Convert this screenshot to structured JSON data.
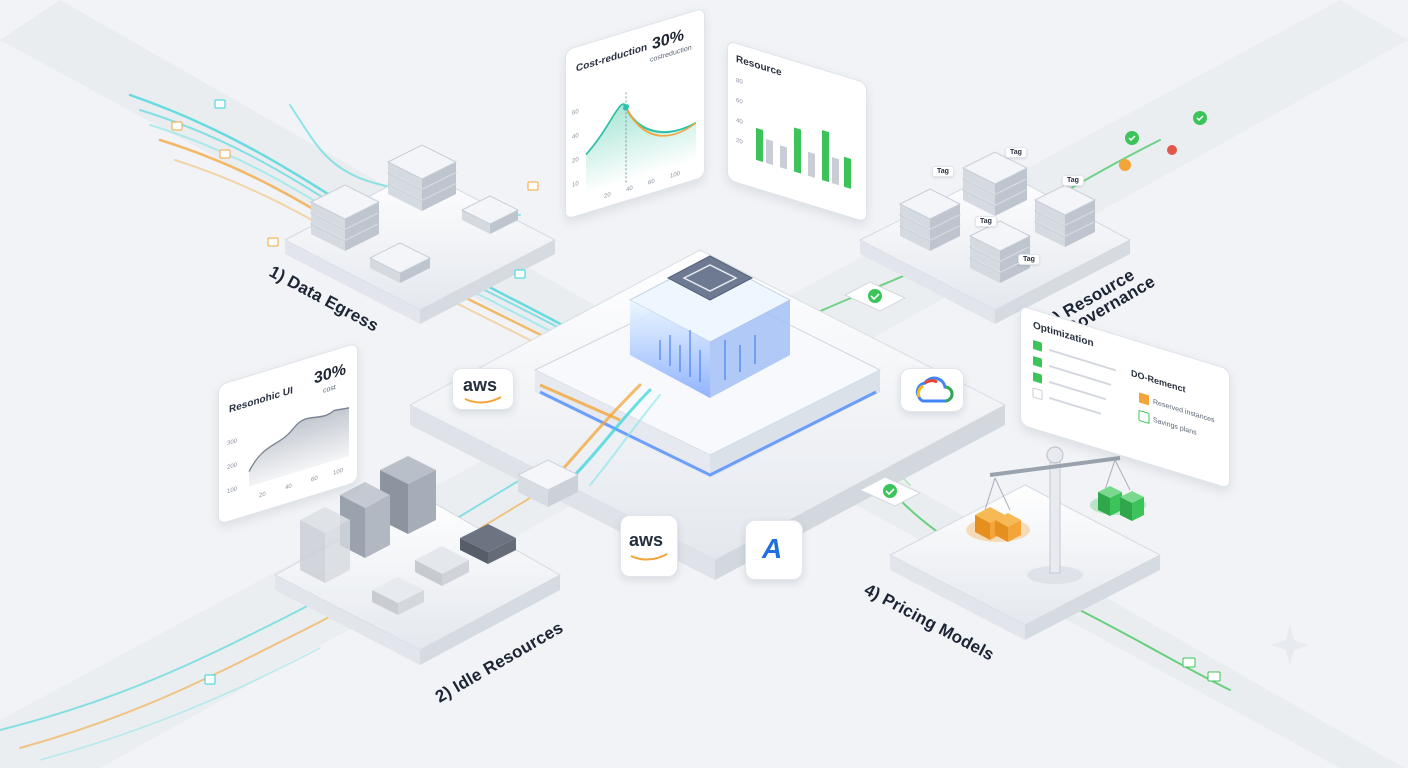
{
  "sections": {
    "data_egress": "1) Data Egress",
    "idle_resources": "2) Idle Resources",
    "resource_governance_line1": "3) Resource",
    "resource_governance_line2": "Governance",
    "pricing_models": "4) Pricing Models"
  },
  "cost_panel": {
    "title": "Cost-reduction",
    "percent": "30%",
    "subtitle": "costreduction",
    "y_ticks": [
      "60",
      "40",
      "20",
      "10"
    ],
    "x_ticks": [
      "20",
      "40",
      "60",
      "100"
    ]
  },
  "resource_panel": {
    "title": "Resource",
    "y_ticks": [
      "80",
      "60",
      "40",
      "20"
    ]
  },
  "left_panel": {
    "title": "Resonohic UI",
    "percent": "30%",
    "subtitle": "cost",
    "y_ticks": [
      "300",
      "200",
      "100"
    ],
    "x_ticks": [
      "20",
      "40",
      "60",
      "100"
    ]
  },
  "optimization_panel": {
    "title": "Optimization",
    "subtitle": "DO-Remenct",
    "legend": [
      "Reserved instances",
      "Savings plans"
    ]
  },
  "tags": [
    "Tag",
    "Tag",
    "Tag",
    "Tag",
    "Tag"
  ],
  "logos": {
    "aws_left": "aws",
    "aws_bottom": "aws",
    "azure": "A"
  },
  "colors": {
    "cyan": "#2fd3d8",
    "orange": "#f3a53a",
    "green": "#3cc45a",
    "blue": "#3d7bf0",
    "grey": "#8f98a8"
  },
  "icons": {
    "core": "server-chip-icon",
    "google_cloud": "google-cloud-icon",
    "scale": "balance-scale-icon"
  }
}
